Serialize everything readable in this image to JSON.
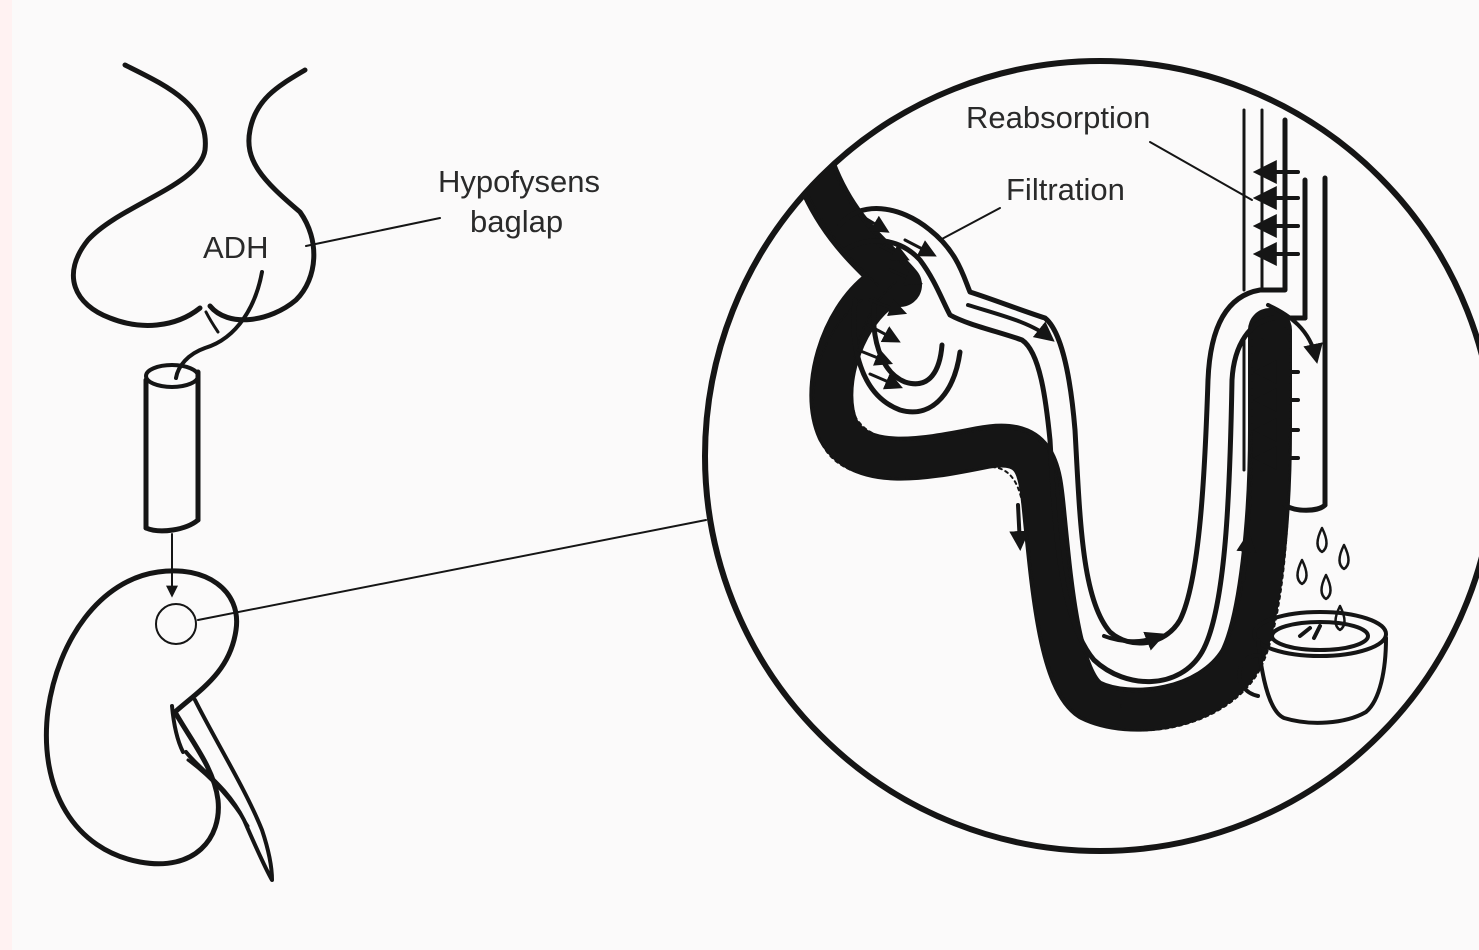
{
  "labels": {
    "adh": "ADH",
    "hypofysens_line1": "Hypofysens",
    "hypofysens_line2": "baglap",
    "filtration": "Filtration",
    "reabsorption": "Reabsorption"
  },
  "colors": {
    "ink": "#151515",
    "paper": "#fbfafa",
    "tint": "#fff2f2"
  }
}
